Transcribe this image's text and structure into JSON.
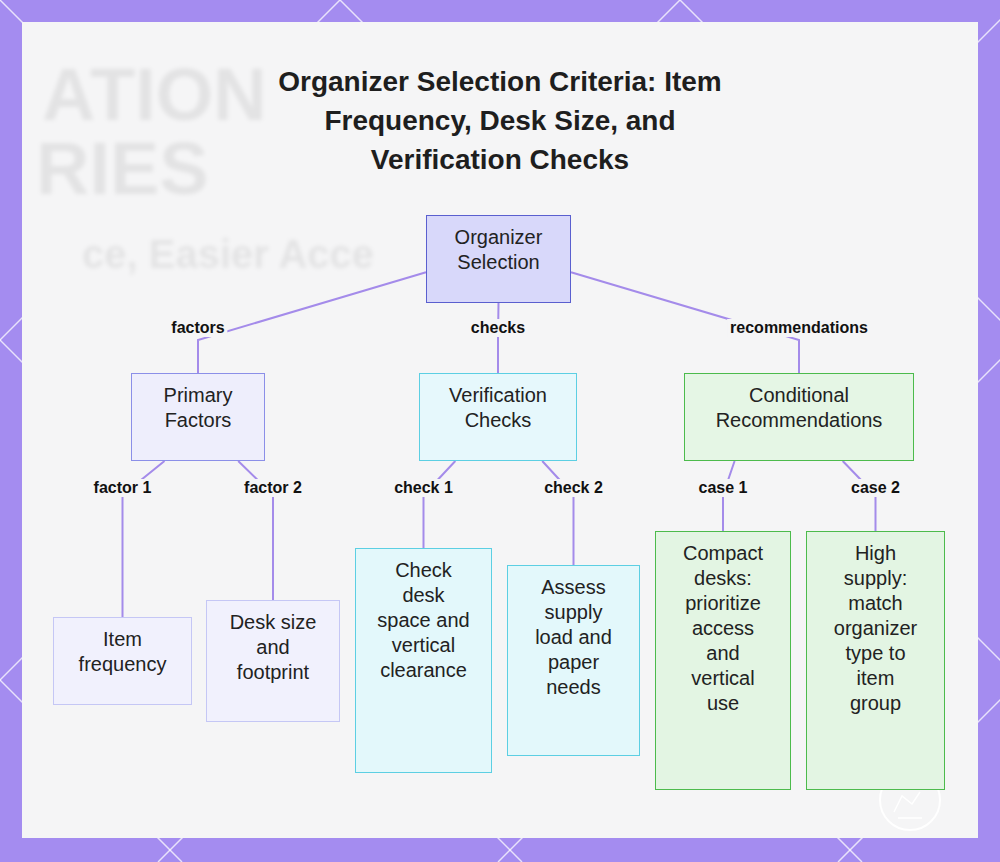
{
  "diagram": {
    "title": "Organizer Selection Criteria: Item Frequency, Desk Size, and Verification Checks",
    "nodes": [
      {
        "text": [
          "Organizer Selection"
        ]
      },
      {
        "text": [
          "Primary Factors"
        ]
      },
      {
        "text": [
          "Verification Checks"
        ]
      },
      {
        "text": [
          "Conditional Recommendations"
        ]
      },
      {
        "text": [
          "Item frequency"
        ]
      },
      {
        "text": [
          "Desk size and footprint"
        ]
      },
      {
        "text": [
          "Check desk space and vertical clearance"
        ]
      },
      {
        "text": [
          "Assess supply load and paper needs"
        ]
      },
      {
        "text": [
          "Compact desks: prioritize access and vertical use"
        ]
      },
      {
        "text": [
          "High supply: match organizer type to item group"
        ]
      }
    ],
    "edges": [
      {
        "from": 0,
        "to": 1,
        "arrow": "none",
        "label": "factors"
      },
      {
        "from": 0,
        "to": 2,
        "arrow": "none",
        "label": "checks"
      },
      {
        "from": 0,
        "to": 3,
        "arrow": "none",
        "label": "recommendations"
      },
      {
        "from": 1,
        "to": 4,
        "arrow": "none",
        "label": "factor 1"
      },
      {
        "from": 1,
        "to": 5,
        "arrow": "none",
        "label": "factor 2"
      },
      {
        "from": 2,
        "to": 6,
        "arrow": "none",
        "label": "check 1"
      },
      {
        "from": 2,
        "to": 7,
        "arrow": "none",
        "label": "check 2"
      },
      {
        "from": 3,
        "to": 8,
        "arrow": "none",
        "label": "case 1"
      },
      {
        "from": 3,
        "to": 9,
        "arrow": "none",
        "label": "case 2"
      }
    ],
    "labels": [
      "ATION",
      "RIES",
      "ce, Easier Acce"
    ]
  }
}
